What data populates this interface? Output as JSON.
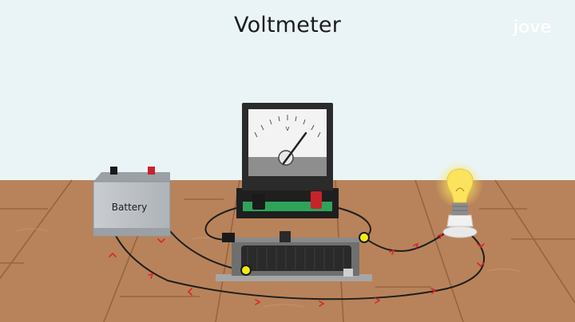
{
  "title": "Voltmeter",
  "logo": "jove",
  "battery_label": "Battery",
  "meter_unit": "V",
  "colors": {
    "background": "#eaf4f6",
    "floor": "#b8835a",
    "wire": "#1e1e1e",
    "current_arrow": "#d8262d",
    "terminal_red": "#c7232b",
    "terminal_black": "#1a1a1a",
    "meter_strip": "#2fa35a",
    "contact_highlight": "#f2ea18",
    "bulb": "#fbe35d"
  }
}
